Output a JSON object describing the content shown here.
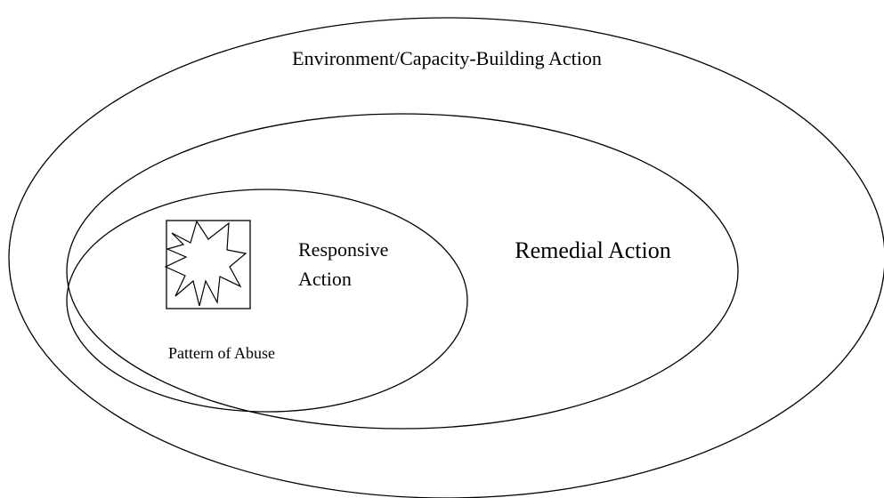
{
  "diagram": {
    "outer_label": "Environment/Capacity-Building Action",
    "middle_label": "Remedial Action",
    "inner_label_line1": "Responsive",
    "inner_label_line2": "Action",
    "abuse_label": "Pattern of Abuse",
    "abuse_icon": "starburst-icon"
  }
}
